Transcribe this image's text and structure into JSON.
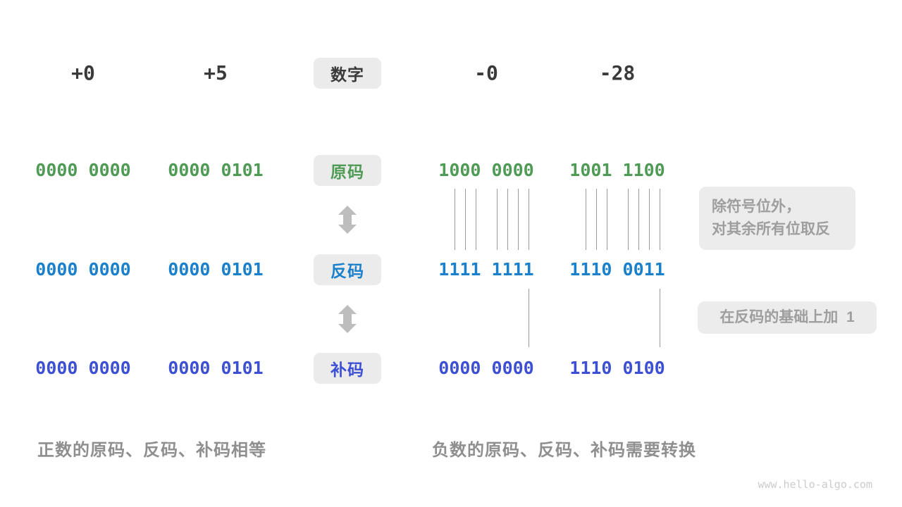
{
  "header": {
    "badge": "数字",
    "columns": [
      "+0",
      "+5",
      "-0",
      "-28"
    ]
  },
  "rows": [
    {
      "badge": "原码",
      "values": [
        "0000 0000",
        "0000 0101",
        "1000 0000",
        "1001 1100"
      ]
    },
    {
      "badge": "反码",
      "values": [
        "0000 0000",
        "0000 0101",
        "1111 1111",
        "1110 0011"
      ]
    },
    {
      "badge": "补码",
      "values": [
        "0000 0000",
        "0000 0101",
        "0000 0000",
        "1110 0100"
      ]
    }
  ],
  "annotations": {
    "flip_note_line1": "除符号位外，",
    "flip_note_line2": "对其余所有位取反",
    "add_note": "在反码的基础上加  1"
  },
  "captions": {
    "positive": "正数的原码、反码、补码相等",
    "negative": "负数的原码、反码、补码需要转换"
  },
  "watermark": "www.hello-algo.com",
  "colors": {
    "number_text": "#3a3a3a",
    "sign_magnitude_green": "#4f9b55",
    "ones_complement_blue": "#1a80cc",
    "twos_complement_indigo": "#3d4fd2",
    "badge_background": "#ebebeb",
    "annotation_background": "#ececec",
    "annotation_text": "#9e9e9e",
    "caption_text": "#8f8f8f",
    "line_gray": "#9a9a9a",
    "arrow_gray": "#bdbdbd",
    "watermark_text": "#cbcbcb"
  }
}
